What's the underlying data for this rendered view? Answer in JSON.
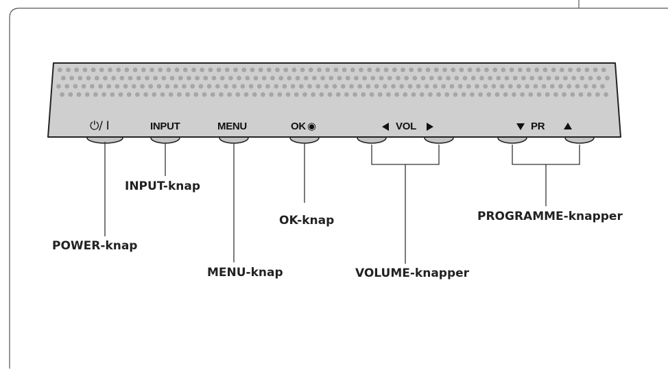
{
  "panel": {
    "power_symbol": "⏻/ I",
    "input_label": "INPUT",
    "menu_label": "MENU",
    "ok_label": "OK",
    "ok_symbol": "◉",
    "vol_label": "VOL",
    "pr_label": "PR"
  },
  "callouts": {
    "power": "POWER-knap",
    "input": "INPUT-knap",
    "menu": "MENU-knap",
    "ok": "OK-knap",
    "volume": "VOLUME-knapper",
    "programme": "PROGRAMME-knapper"
  },
  "icons": {
    "vol_left": "triangle-left-icon",
    "vol_right": "triangle-right-icon",
    "pr_down": "triangle-down-icon",
    "pr_up": "triangle-up-icon"
  },
  "colors": {
    "panel_fill": "#cfcfcf",
    "dot": "#a6a6a6",
    "line": "#333333"
  }
}
